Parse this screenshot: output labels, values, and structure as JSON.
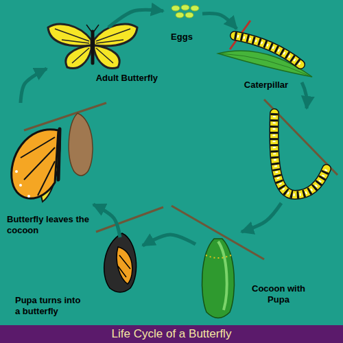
{
  "diagram": {
    "title": "Life Cycle of a Butterfly",
    "nodes": [
      {
        "text": [
          "Eggs"
        ]
      },
      {
        "text": [
          "Caterpillar"
        ]
      },
      {
        "text": [
          "Cocoon with Pupa"
        ]
      },
      {
        "text": [
          "Pupa turns into a butterfly"
        ]
      },
      {
        "text": [
          "Butterfly leaves the cocoon"
        ]
      },
      {
        "text": [
          "Adult Butterfly"
        ]
      }
    ],
    "edges": [
      {
        "from": 0,
        "to": 1,
        "arrow": "to"
      },
      {
        "from": 1,
        "to": 2,
        "arrow": "to"
      },
      {
        "from": 2,
        "to": 3,
        "arrow": "to"
      },
      {
        "from": 3,
        "to": 4,
        "arrow": "to"
      },
      {
        "from": 4,
        "to": 5,
        "arrow": "to"
      },
      {
        "from": 5,
        "to": 0,
        "arrow": "to"
      }
    ]
  }
}
